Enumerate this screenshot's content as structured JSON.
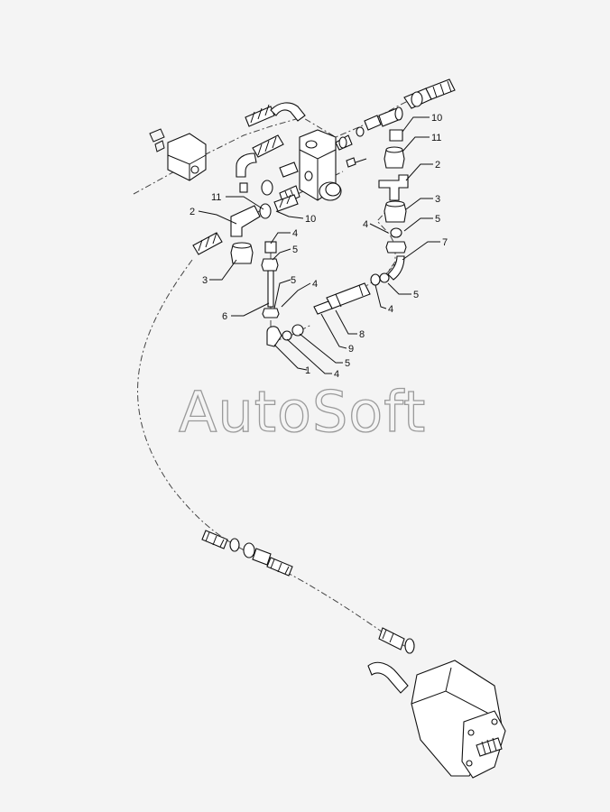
{
  "watermark": "AutoSoft",
  "callouts": {
    "c10a": "10",
    "c11a": "11",
    "c2a": "2",
    "c3a": "3",
    "c5a": "5",
    "c7": "7",
    "c5b": "5",
    "c4a": "4",
    "c11b": "11",
    "c2b": "2",
    "c10b": "10",
    "c4b": "4",
    "c5c": "5",
    "c3b": "3",
    "c5d": "5",
    "c4c": "4",
    "c6": "6",
    "c8": "8",
    "c9": "9",
    "c5e": "5",
    "c4d": "4",
    "c1": "1",
    "c4e": "4"
  }
}
